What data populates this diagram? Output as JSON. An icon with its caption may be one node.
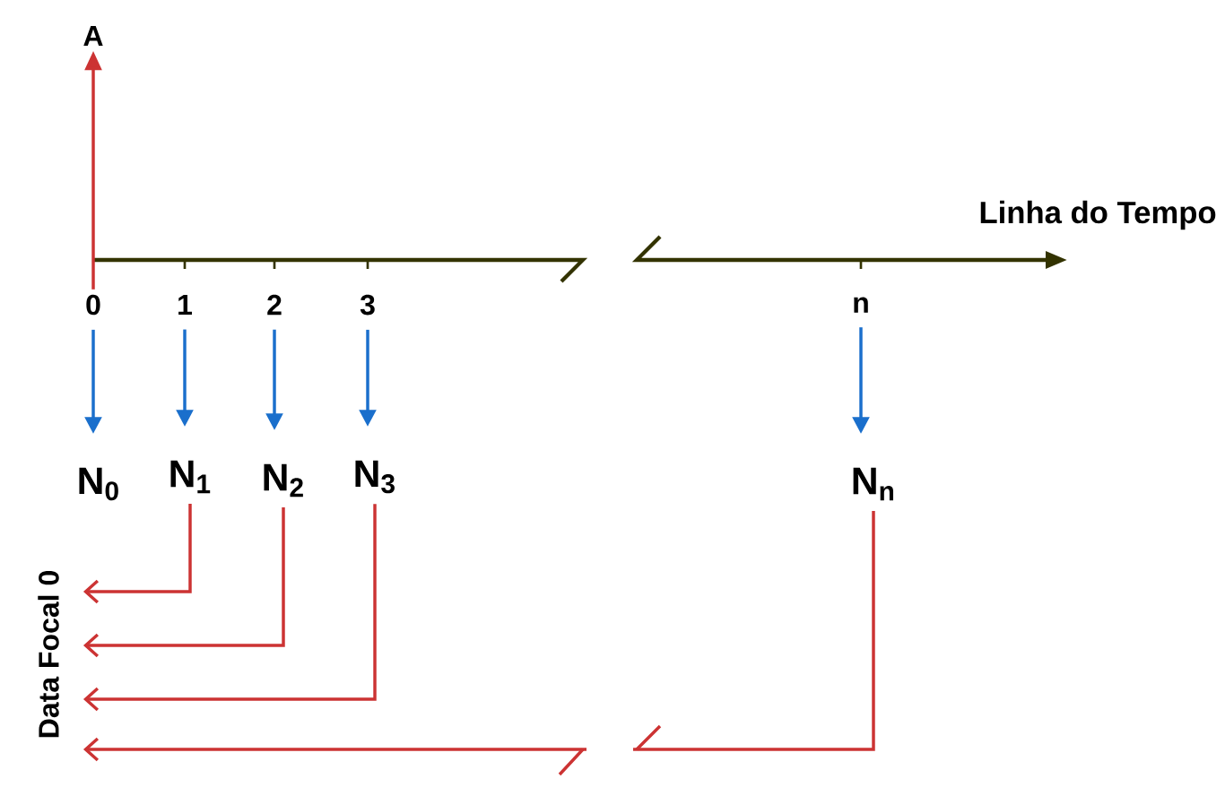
{
  "diagram": {
    "nodes": [
      {
        "text": [
          "A"
        ]
      },
      {
        "text": [
          "0"
        ]
      },
      {
        "text": [
          "1"
        ]
      },
      {
        "text": [
          "2"
        ]
      },
      {
        "text": [
          "3"
        ]
      },
      {
        "text": [
          "n"
        ]
      },
      {
        "text": [
          "N$_{0}$"
        ]
      },
      {
        "text": [
          "N$_{1}$"
        ]
      },
      {
        "text": [
          "N$_{2}$"
        ]
      },
      {
        "text": [
          "N$_{3}$"
        ]
      },
      {
        "text": [
          "N$_{n}$"
        ]
      },
      {
        "text": [
          "Data Focal 0"
        ]
      }
    ],
    "edges": [
      {
        "from": 1,
        "to": 0,
        "arrow": "to",
        "color": "#cc3333"
      },
      {
        "from": 1,
        "to": 6,
        "arrow": "to",
        "color": "#1a6fcc"
      },
      {
        "from": 2,
        "to": 7,
        "arrow": "to",
        "color": "#1a6fcc"
      },
      {
        "from": 3,
        "to": 8,
        "arrow": "to",
        "color": "#1a6fcc"
      },
      {
        "from": 4,
        "to": 9,
        "arrow": "to",
        "color": "#1a6fcc"
      },
      {
        "from": 5,
        "to": 10,
        "arrow": "to",
        "color": "#1a6fcc"
      },
      {
        "from": 7,
        "to": 11,
        "arrow": "to",
        "color": "#cc3333"
      },
      {
        "from": 8,
        "to": 11,
        "arrow": "to",
        "color": "#cc3333"
      },
      {
        "from": 9,
        "to": 11,
        "arrow": "to",
        "color": "#cc3333"
      },
      {
        "from": 10,
        "to": 11,
        "arrow": "to",
        "color": "#cc3333"
      }
    ],
    "labels": [
      "Linha do Tempo"
    ]
  }
}
